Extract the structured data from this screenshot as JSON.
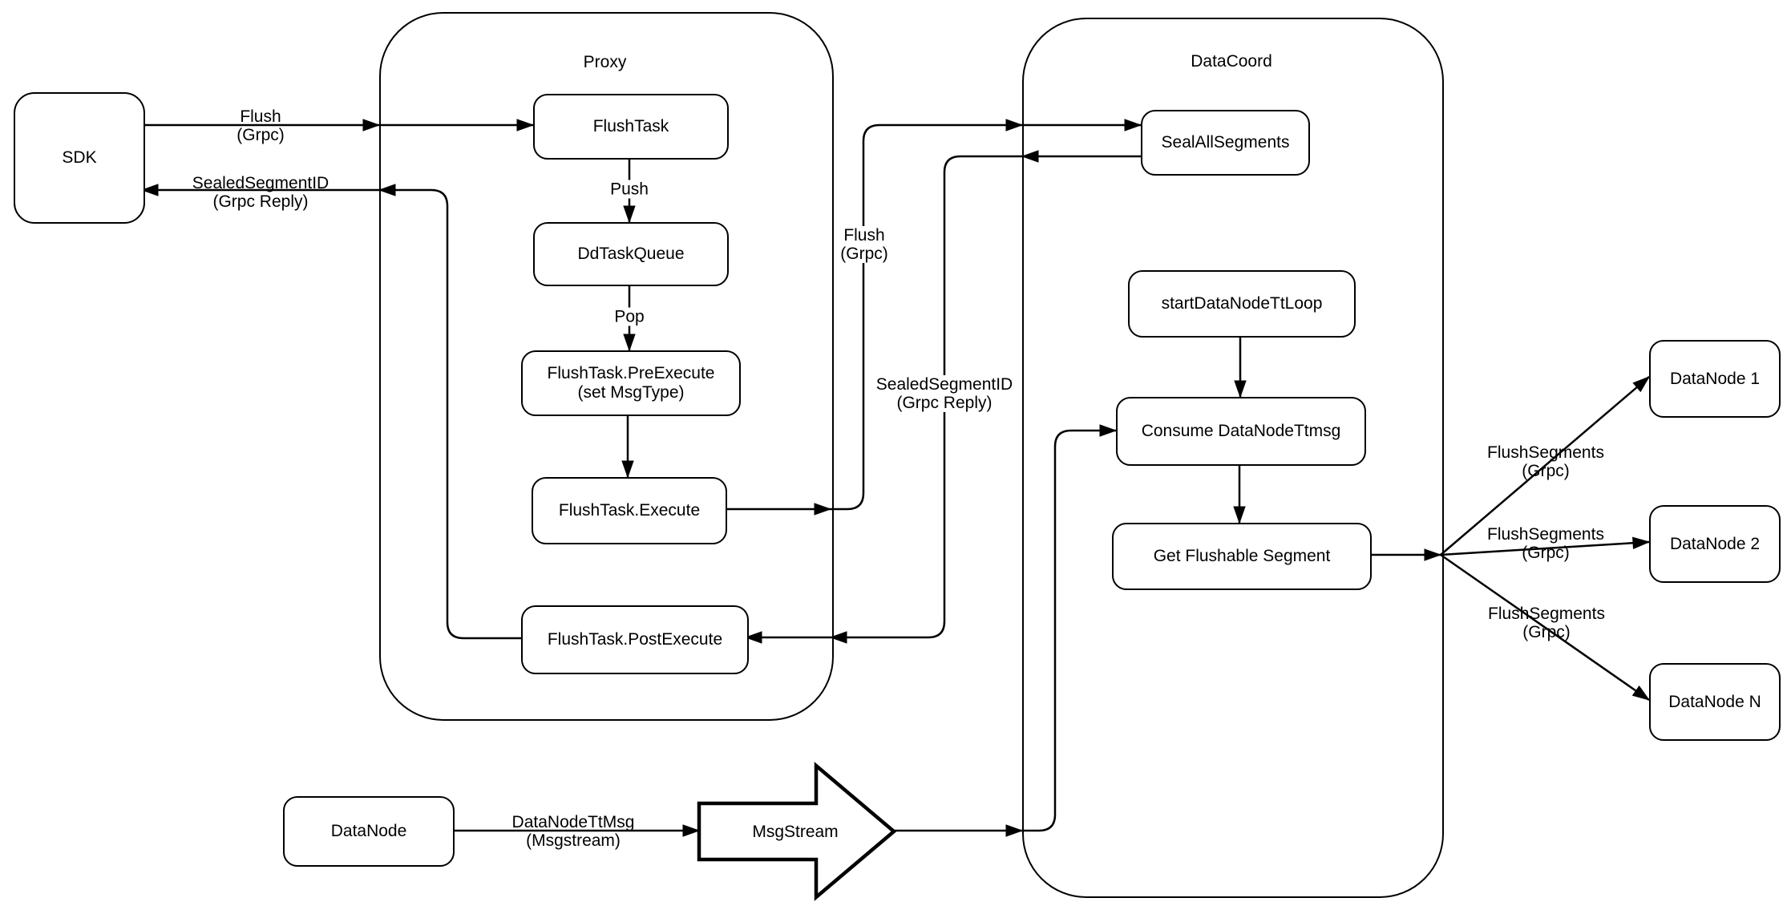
{
  "diagram": {
    "containers": {
      "proxy": {
        "label": "Proxy"
      },
      "datacoord": {
        "label": "DataCoord"
      }
    },
    "nodes": {
      "sdk": {
        "label": "SDK"
      },
      "flush_task": {
        "label": "FlushTask"
      },
      "dd_task_queue": {
        "label": "DdTaskQueue"
      },
      "pre_execute": {
        "label": "FlushTask.PreExecute\n(set MsgType)"
      },
      "execute": {
        "label": "FlushTask.Execute"
      },
      "post_execute": {
        "label": "FlushTask.PostExecute"
      },
      "seal_all_segments": {
        "label": "SealAllSegments"
      },
      "start_datanode_tt_loop": {
        "label": "startDataNodeTtLoop"
      },
      "consume_datanode_ttmsg": {
        "label": "Consume DataNodeTtmsg"
      },
      "get_flushable_segment": {
        "label": "Get Flushable Segment"
      },
      "datanode_1": {
        "label": "DataNode 1"
      },
      "datanode_2": {
        "label": "DataNode 2"
      },
      "datanode_n": {
        "label": "DataNode N"
      },
      "datanode": {
        "label": "DataNode"
      },
      "msgstream": {
        "label": "MsgStream"
      }
    },
    "edge_labels": {
      "flush_sdk_proxy": "Flush\n(Grpc)",
      "sealed_reply_proxy_sdk": "SealedSegmentID\n(Grpc Reply)",
      "push": "Push",
      "pop": "Pop",
      "flush_proxy_datacoord": "Flush\n(Grpc)",
      "sealed_reply_datacoord_proxy": "SealedSegmentID\n(Grpc Reply)",
      "flush_segments_1": "FlushSegments\n(Grpc)",
      "flush_segments_2": "FlushSegments\n(Grpc)",
      "flush_segments_n": "FlushSegments\n(Grpc)",
      "datanode_ttmsg": "DataNodeTtMsg\n(Msgstream)"
    },
    "colors": {
      "stroke": "#000000",
      "background": "#ffffff"
    }
  }
}
